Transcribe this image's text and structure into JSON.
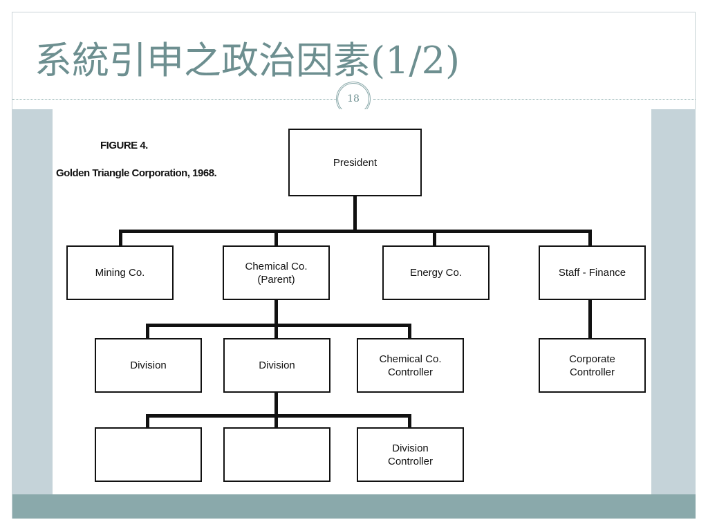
{
  "slide": {
    "title": "系統引申之政治因素(1/2)",
    "page_number": "18"
  },
  "figure": {
    "number": "FIGURE 4.",
    "title": "Golden Triangle Corporation, 1968."
  },
  "org_chart": {
    "president": "President",
    "level1": [
      "Mining Co.",
      "Chemical Co.\n(Parent)",
      "Energy Co.",
      "Staff - Finance"
    ],
    "chemical_children": [
      "Division",
      "Division",
      "Chemical Co.\nController"
    ],
    "staff_children": [
      "Corporate\nController"
    ],
    "division_children": [
      "",
      "",
      "Division\nController"
    ]
  },
  "colors": {
    "title": "#6d8f90",
    "side_band": "#c5d3d9",
    "footer_bar": "#8aa9ab"
  }
}
